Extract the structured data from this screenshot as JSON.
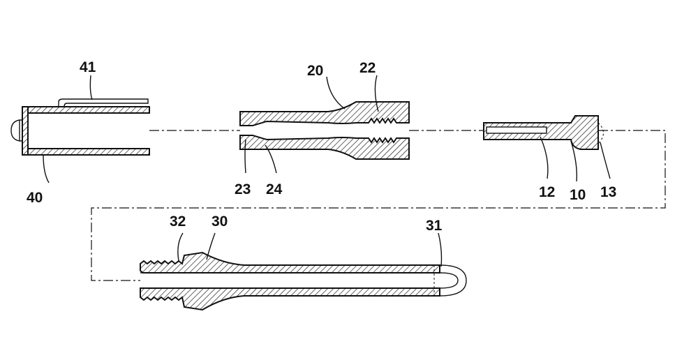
{
  "figure": {
    "labels": {
      "l40": "40",
      "l41": "41",
      "l20": "20",
      "l22": "22",
      "l23": "23",
      "l24": "24",
      "l12": "12",
      "l10": "10",
      "l13": "13",
      "l32": "32",
      "l30": "30",
      "l31": "31"
    }
  }
}
